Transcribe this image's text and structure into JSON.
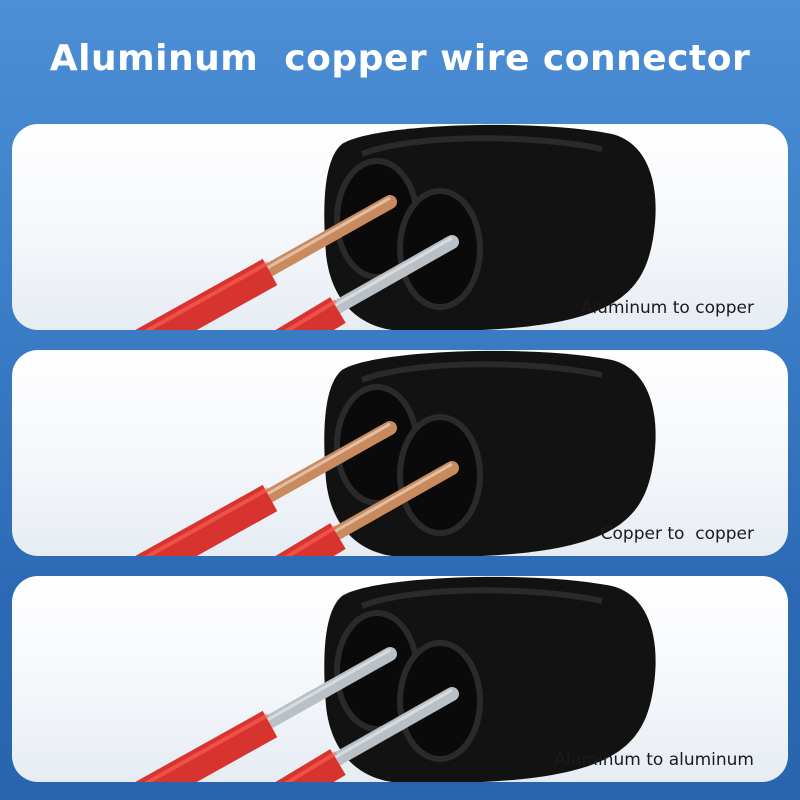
{
  "title": "Aluminum  copper wire connector",
  "panels": [
    {
      "caption": "Aluminum to copper",
      "wire_upper": "copper",
      "wire_lower": "aluminum"
    },
    {
      "caption": "Copper to  copper",
      "wire_upper": "copper",
      "wire_lower": "copper"
    },
    {
      "caption": "Aluminum to aluminum",
      "wire_upper": "aluminum",
      "wire_lower": "aluminum"
    }
  ],
  "colors": {
    "background": "#3a7cc6",
    "insulation": "#d8342f",
    "copper": "#c98b5e",
    "aluminum": "#b9c0c6",
    "connector": "#141414"
  }
}
